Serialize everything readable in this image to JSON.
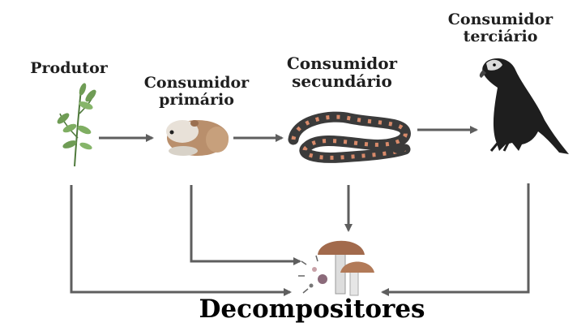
{
  "labels": {
    "produtor": "Produtor",
    "consumidor_primario": "Consumidor\nprimário",
    "consumidor_secundario": "Consumidor\nsecundário",
    "consumidor_terciario": "Consumidor\nterciário",
    "decompositores": "Decompositores"
  },
  "colors": {
    "arrow": "#5e5e5e",
    "plant": "#6f9c55",
    "guinea_pig": "#b98f6c",
    "snake": "#3b3b3b",
    "snake_band": "#d88a6a",
    "bird": "#1e1e1e",
    "mushroom_cap": "#a26a4c",
    "mushroom_stem": "#dddddd"
  },
  "icons": [
    "plant-icon",
    "guinea-pig-icon",
    "snake-icon",
    "bird-of-prey-icon",
    "mushroom-icon"
  ]
}
